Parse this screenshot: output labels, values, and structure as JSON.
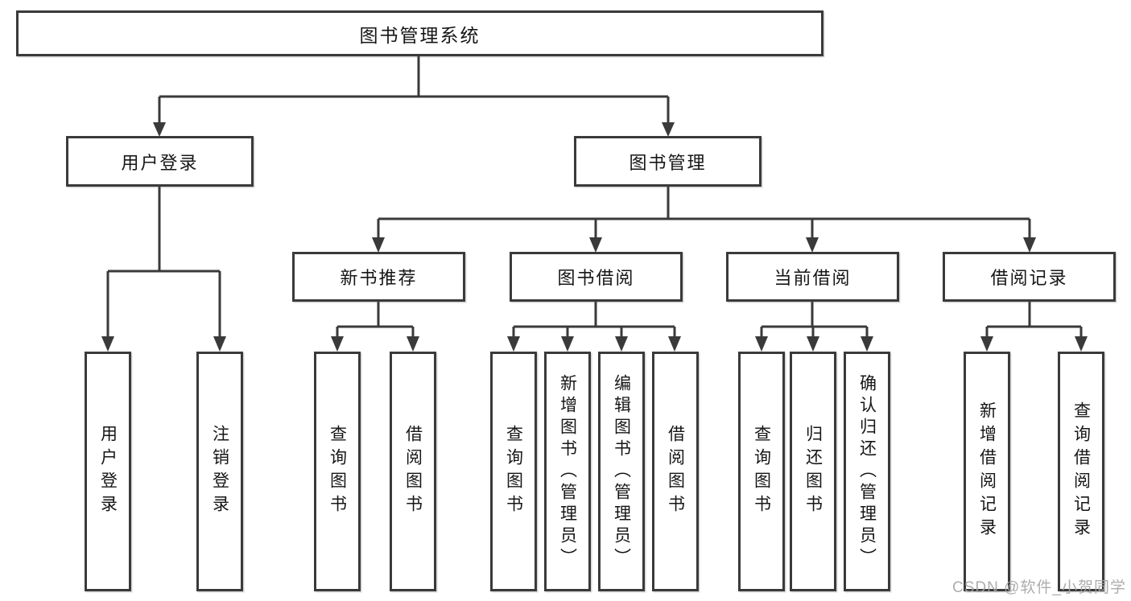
{
  "tree": {
    "root": {
      "label": "图书管理系统"
    },
    "branches": [
      {
        "label": "用户登录",
        "children": [
          "用户登录",
          "注销登录"
        ]
      },
      {
        "label": "图书管理",
        "sections": [
          {
            "label": "新书推荐",
            "children": [
              "查询图书",
              "借阅图书"
            ]
          },
          {
            "label": "图书借阅",
            "children": [
              "查询图书",
              "新增图书（管理员）",
              "编辑图书（管理员）",
              "借阅图书"
            ]
          },
          {
            "label": "当前借阅",
            "children": [
              "查询图书",
              "归还图书",
              "确认归还（管理员）"
            ]
          },
          {
            "label": "借阅记录",
            "children": [
              "新增借阅记录",
              "查询借阅记录"
            ]
          }
        ]
      }
    ]
  },
  "watermark": {
    "text": "CSDN @软件_小贺同学"
  },
  "colors": {
    "line": "#3a3a3a",
    "text": "#161616",
    "watermark": "#a5a5a5",
    "background": "#ffffff"
  }
}
